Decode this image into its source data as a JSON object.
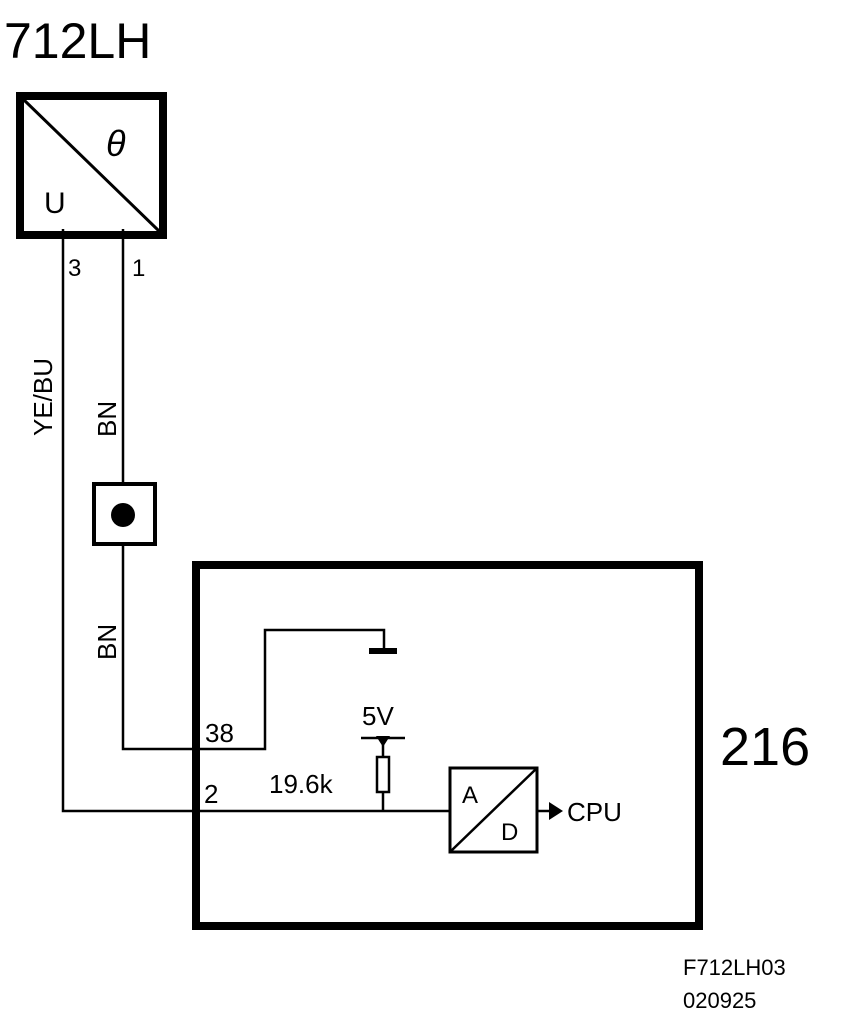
{
  "component_sensor": {
    "id": "712LH",
    "symbol_theta": "θ",
    "symbol_u": "U",
    "pin_a": "3",
    "pin_b": "1"
  },
  "wires": {
    "left_color": "YE/BU",
    "right_color_upper": "BN",
    "right_color_lower": "BN"
  },
  "control_unit": {
    "id": "216",
    "pin_38": "38",
    "pin_2": "2",
    "supply_label": "5V",
    "resistor_label": "19.6k",
    "converter_a": "A",
    "converter_d": "D",
    "output_label": "CPU"
  },
  "footer": {
    "figure_id": "F712LH03",
    "date_code": "020925"
  }
}
